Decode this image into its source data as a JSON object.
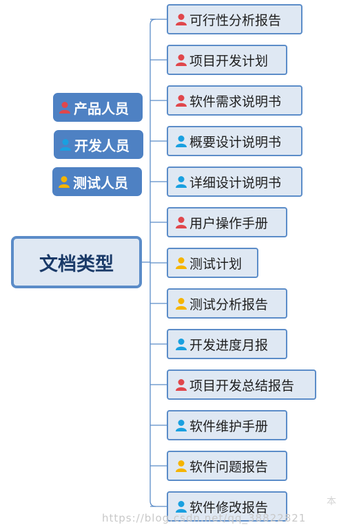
{
  "root": {
    "label": "文档类型"
  },
  "legend": [
    {
      "label": "产品人员",
      "color": "#e0474c"
    },
    {
      "label": "开发人员",
      "color": "#19a0e0"
    },
    {
      "label": "测试人员",
      "color": "#f5b400"
    }
  ],
  "documents": [
    {
      "label": "可行性分析报告",
      "role": "product"
    },
    {
      "label": "项目开发计划",
      "role": "product"
    },
    {
      "label": "软件需求说明书",
      "role": "product"
    },
    {
      "label": "概要设计说明书",
      "role": "developer"
    },
    {
      "label": "详细设计说明书",
      "role": "developer"
    },
    {
      "label": "用户操作手册",
      "role": "product"
    },
    {
      "label": "测试计划",
      "role": "tester"
    },
    {
      "label": "测试分析报告",
      "role": "tester"
    },
    {
      "label": "开发进度月报",
      "role": "developer"
    },
    {
      "label": "项目开发总结报告",
      "role": "product"
    },
    {
      "label": "软件维护手册",
      "role": "developer"
    },
    {
      "label": "软件问题报告",
      "role": "tester"
    },
    {
      "label": "软件修改报告",
      "role": "developer"
    }
  ],
  "colors": {
    "product": "#e0474c",
    "developer": "#19a0e0",
    "tester": "#f5b400",
    "connector": "#5b8cc8"
  },
  "watermark": {
    "text": "https://blog.csdn.net/qq_38822821",
    "stamp": "本"
  }
}
